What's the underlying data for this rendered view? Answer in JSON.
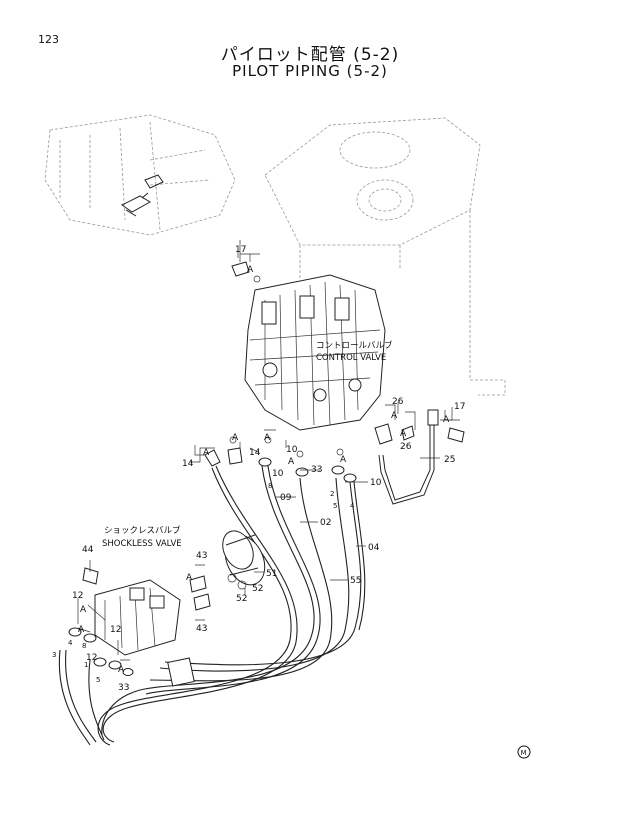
{
  "page_number": "123",
  "title_jp": "パイロット配管 (5-2)",
  "title_en": "PILOT PIPING (5-2)",
  "captions": {
    "control_valve_jp": "コントロールバルブ",
    "control_valve_en": "CONTROL VALVE",
    "shockless_valve_jp": "ショックレスバルブ",
    "shockless_valve_en": "SHOCKLESS VALVE"
  },
  "labels": {
    "p17a": "17",
    "p17b": "17",
    "a1": "A",
    "a2": "A",
    "a3": "A",
    "a4": "A",
    "a5": "A",
    "a6": "A",
    "a7": "A",
    "a8": "A",
    "a9": "A",
    "a10": "A",
    "a11": "A",
    "a12": "A",
    "a13": "A",
    "p14a": "14",
    "p14b": "14",
    "p10a": "10",
    "p10b": "10",
    "p10c": "10",
    "p33a": "33",
    "p33b": "33",
    "p26a": "26",
    "p26b": "26",
    "p25": "25",
    "p09": "09",
    "p02": "02",
    "p04": "04",
    "p55": "55",
    "p51": "51",
    "p52a": "52",
    "p52b": "52",
    "p43a": "43",
    "p43b": "43",
    "p44": "44",
    "p12a": "12",
    "p12b": "12",
    "p12c": "12",
    "h8": "8",
    "h2": "2",
    "h5": "5",
    "h4": "4",
    "h3": "3",
    "h1": "1",
    "h5b": "5",
    "h4b": "4",
    "h8b": "8"
  },
  "logo": "M"
}
